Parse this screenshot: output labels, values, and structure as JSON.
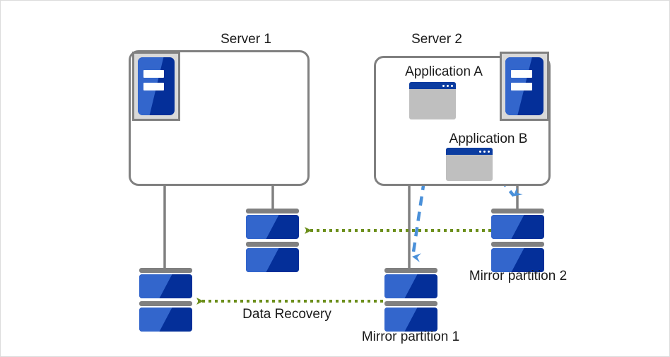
{
  "diagram": {
    "title": "HA mirror-disk data recovery diagram",
    "background_color": "#ffffff",
    "border_color": "#dcdcdc"
  },
  "colors": {
    "enclosure_stroke": "#808080",
    "disk_dark_blue": "#042f99",
    "disk_light_blue": "#3366cc",
    "disk_cap_gray": "#808080",
    "app_window_body": "#bfbfbf",
    "app_titlebar": "#0b3ca0",
    "server_icon_frame": "#d9d9d9",
    "connector_gray": "#808080",
    "write_arrow_blue": "#4a90d9",
    "recovery_arrow_green": "#6b8e1a",
    "text": "#1a1a1a"
  },
  "servers": [
    {
      "id": "server-1",
      "label": "Server 1",
      "icon": "server-tower-icon",
      "applications": []
    },
    {
      "id": "server-2",
      "label": "Server 2",
      "icon": "server-tower-icon",
      "applications": [
        {
          "id": "application-a",
          "label": "Application  A",
          "icon": "app-window-icon"
        },
        {
          "id": "application-b",
          "label": "Application  B",
          "icon": "app-window-icon"
        }
      ]
    }
  ],
  "disks": [
    {
      "id": "disk-server1-lower-left",
      "label": "",
      "icon": "disk-stack-icon"
    },
    {
      "id": "disk-server1-mirror-target-1",
      "label": "",
      "icon": "disk-stack-icon"
    },
    {
      "id": "disk-mirror-partition-1",
      "label": "Mirror partition 1",
      "icon": "disk-stack-icon"
    },
    {
      "id": "disk-mirror-partition-2",
      "label": "Mirror partition 2",
      "icon": "disk-stack-icon"
    }
  ],
  "arrows": [
    {
      "id": "write-arrow-application-a",
      "style": "dashed",
      "color": "#4a90d9",
      "from": "application-a",
      "to": "disk-mirror-partition-1",
      "label": ""
    },
    {
      "id": "write-arrow-application-b",
      "style": "dashed",
      "color": "#4a90d9",
      "from": "application-b",
      "to": "disk-mirror-partition-2",
      "label": ""
    },
    {
      "id": "recovery-arrow-upper",
      "style": "dotted",
      "color": "#6b8e1a",
      "from": "disk-mirror-partition-2",
      "to": "disk-server1-mirror-target-1",
      "label": ""
    },
    {
      "id": "recovery-arrow-lower",
      "style": "dotted",
      "color": "#6b8e1a",
      "from": "disk-mirror-partition-1",
      "to": "disk-server1-lower-left",
      "label": "Data Recovery"
    }
  ],
  "labels": {
    "data_recovery": "Data Recovery",
    "mirror_partition_1": "Mirror partition 1",
    "mirror_partition_2": "Mirror partition 2",
    "server_1": "Server 1",
    "server_2": "Server 2",
    "application_a": "Application  A",
    "application_b": "Application  B"
  }
}
